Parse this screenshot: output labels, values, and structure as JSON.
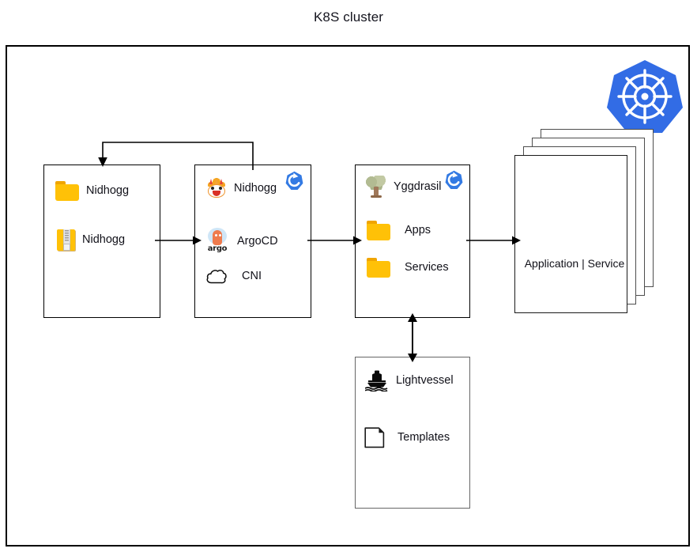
{
  "diagram": {
    "title": "K8S cluster",
    "platform_logo": "kubernetes-logo",
    "border_color": "#000000",
    "background": "#ffffff"
  },
  "nodes": [
    {
      "id": "nidhogg-repo",
      "rows": [
        {
          "icon": "folder-icon",
          "label": "Nidhogg"
        },
        {
          "icon": "archive-icon",
          "label": "Nidhogg"
        }
      ]
    },
    {
      "id": "nidhogg-controller",
      "badge": "argo-sync-badge",
      "rows": [
        {
          "icon": "dragon-icon",
          "label": "Nidhogg"
        },
        {
          "icon": "argo-icon",
          "label": "ArgoCD"
        },
        {
          "icon": "cloud-icon",
          "label": "CNI"
        }
      ]
    },
    {
      "id": "yggdrasil",
      "badge": "argo-sync-badge",
      "rows": [
        {
          "icon": "tree-icon",
          "label": "Yggdrasil"
        },
        {
          "icon": "folder-icon",
          "label": "Apps"
        },
        {
          "icon": "folder-icon",
          "label": "Services"
        }
      ]
    },
    {
      "id": "lightvessel",
      "rows": [
        {
          "icon": "ship-icon",
          "label": "Lightvessel"
        },
        {
          "icon": "note-icon",
          "label": "Templates"
        }
      ]
    }
  ],
  "document_stack": {
    "label": "Application | Service",
    "sheet_count": 4
  },
  "argo_logo_text": "argo",
  "colors": {
    "folder": "#ffc107",
    "folder_tab": "#f0a500",
    "argo_orange": "#ef7b4d",
    "k8s_blue": "#326ce5",
    "sync_badge_blue": "#337ae3",
    "text": "#101018",
    "stroke": "#000000",
    "stroke_soft": "#666666"
  },
  "connectors": [
    {
      "id": "nidhogg-repo-to-controller",
      "type": "arrow-right"
    },
    {
      "id": "controller-to-yggdrasil",
      "type": "arrow-right"
    },
    {
      "id": "yggdrasil-to-documents",
      "type": "arrow-right"
    },
    {
      "id": "controller-to-repo-feedback",
      "type": "arrow-loop-left"
    },
    {
      "id": "yggdrasil-lightvessel-sync",
      "type": "arrow-double-vertical"
    }
  ]
}
